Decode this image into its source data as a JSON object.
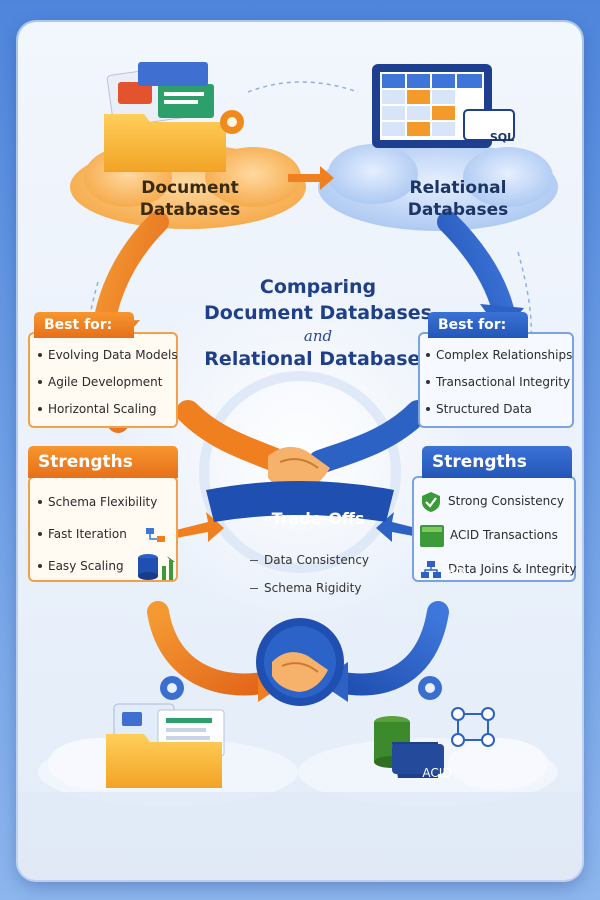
{
  "nodes": {
    "document": {
      "line1": "Document",
      "line2": "Databases"
    },
    "relational": {
      "line1": "Relational",
      "line2": "Databases"
    }
  },
  "title": {
    "line1": "Comparing",
    "line2": "Document Databases",
    "connector": "and",
    "line3": "Relational Databases"
  },
  "best_for": {
    "document": {
      "heading": "Best for:",
      "items": [
        "Evolving Data Models",
        "Agile Development",
        "Horizontal Scaling"
      ]
    },
    "relational": {
      "heading": "Best for:",
      "items": [
        "Complex Relationships",
        "Transactional Integrity",
        "Structured Data"
      ]
    }
  },
  "strengths": {
    "document": {
      "heading": "Strengths",
      "items": [
        "Schema Flexibility",
        "Fast Iteration",
        "Easy Scaling"
      ]
    },
    "relational": {
      "heading": "Strengths",
      "items": [
        "Strong Consistency",
        "ACID Transactions",
        "Data Joins & Integrity"
      ]
    }
  },
  "tradeoffs": {
    "heading": "Trade-Offs",
    "items": [
      "Data Consistency",
      "Schema Rigidity"
    ]
  },
  "icons": {
    "sql_badge": "SQL",
    "acid_small": "ACID",
    "acid_bottom": "ACID"
  },
  "colors": {
    "orange": "#f0801f",
    "blue": "#2c62c4",
    "navy": "#1f3f8a"
  }
}
